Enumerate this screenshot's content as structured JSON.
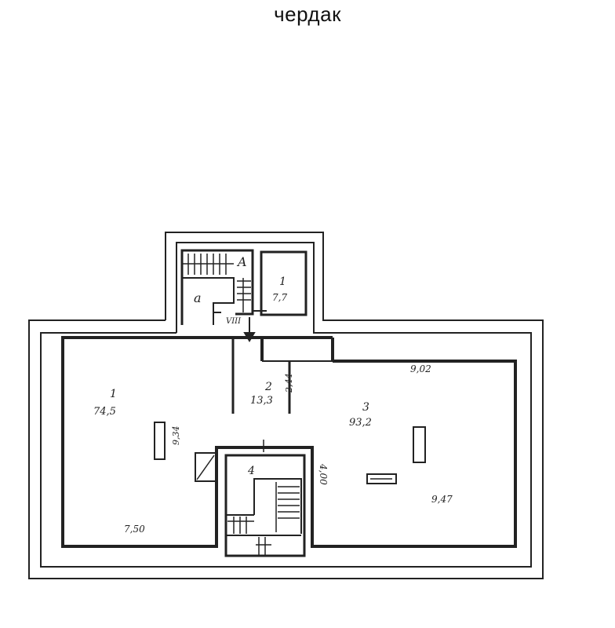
{
  "page": {
    "title": "чердак"
  },
  "colors": {
    "wall": "#222222",
    "paper": "#ffffff",
    "ink": "#1a1a1a"
  },
  "stair_block": {
    "label_a": "A",
    "label_a_small": "а",
    "room_number": "1",
    "room_area": "7,7"
  },
  "rooms": [
    {
      "number": "1",
      "area": "74,5"
    },
    {
      "number": "2",
      "area": "13,3"
    },
    {
      "number": "3",
      "area": "93,2"
    },
    {
      "number": "4",
      "area": ""
    }
  ],
  "dimensions": {
    "room2_side": "2,44",
    "room1_right": "9,34",
    "room3_top": "9,02",
    "stair_side": "4,00",
    "room3_bottom": "9,47",
    "room1_bottom": "7,50"
  },
  "marks": {
    "entry": "VIII"
  }
}
